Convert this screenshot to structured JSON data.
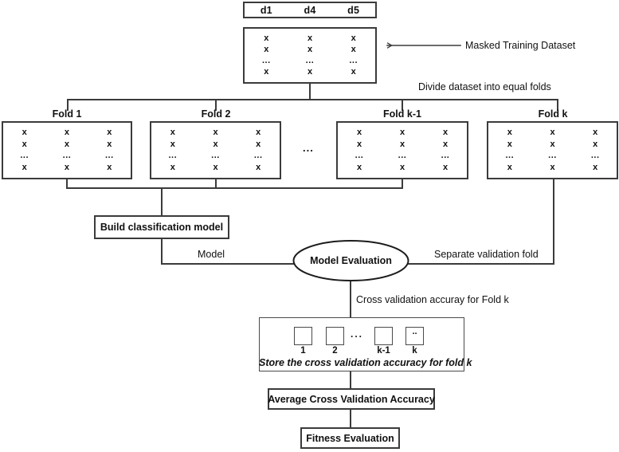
{
  "diagram": {
    "title_row": {
      "columns": [
        "d1",
        "d4",
        "d5"
      ]
    },
    "masked_dataset": {
      "annotation": "Masked Training Dataset",
      "rows": [
        [
          "x",
          "x",
          "x"
        ],
        [
          "x",
          "x",
          "x"
        ],
        [
          "...",
          "...",
          "..."
        ],
        [
          "x",
          "x",
          "x"
        ]
      ]
    },
    "divide_label": "Divide dataset into equal folds",
    "folds": [
      {
        "title": "Fold 1",
        "rows": [
          [
            "x",
            "x",
            "x"
          ],
          [
            "x",
            "x",
            "x"
          ],
          [
            "...",
            "...",
            "..."
          ],
          [
            "x",
            "x",
            "x"
          ]
        ]
      },
      {
        "title": "Fold 2",
        "rows": [
          [
            "x",
            "x",
            "x"
          ],
          [
            "x",
            "x",
            "x"
          ],
          [
            "...",
            "...",
            "..."
          ],
          [
            "x",
            "x",
            "x"
          ]
        ]
      },
      {
        "title": "Fold k-1",
        "rows": [
          [
            "x",
            "x",
            "x"
          ],
          [
            "x",
            "x",
            "x"
          ],
          [
            "...",
            "...",
            "..."
          ],
          [
            "x",
            "x",
            "x"
          ]
        ]
      },
      {
        "title": "Fold k",
        "rows": [
          [
            "x",
            "x",
            "x"
          ],
          [
            "x",
            "x",
            "x"
          ],
          [
            "...",
            "...",
            "..."
          ],
          [
            "x",
            "x",
            "x"
          ]
        ]
      }
    ],
    "fold_gap_ellipsis": "...",
    "build_model_box": "Build classification model",
    "model_edge_label": "Model",
    "model_evaluation_node": "Model Evaluation",
    "separate_validation_label": "Separate validation fold",
    "cross_validation_edge_label": "Cross validation accuray for Fold k",
    "store_box": {
      "squares": [
        {
          "inner": "",
          "label": "1"
        },
        {
          "inner": "",
          "label": "2"
        },
        {
          "inner": "",
          "label": "k-1"
        },
        {
          "inner": "..",
          "label": "k"
        }
      ],
      "gap_ellipsis": "...",
      "caption": "Store the cross validation accuracy for fold k"
    },
    "average_box": "Average Cross Validation Accuracy",
    "fitness_box": "Fitness Evaluation",
    "colors": {
      "stroke": "#3b3b3b",
      "stroke_light": "#4a4a4a",
      "text": "#111111",
      "background": "#ffffff"
    }
  }
}
